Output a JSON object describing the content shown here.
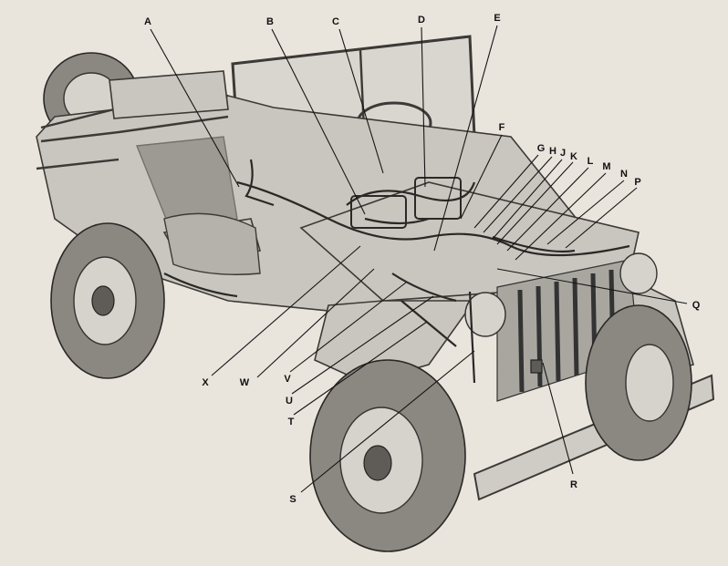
{
  "figure": {
    "subject": "jeep-wiring-diagram"
  },
  "callouts": [
    {
      "id": "A",
      "text": "A"
    },
    {
      "id": "B",
      "text": "B"
    },
    {
      "id": "C",
      "text": "C"
    },
    {
      "id": "D",
      "text": "D"
    },
    {
      "id": "E",
      "text": "E"
    },
    {
      "id": "F",
      "text": "F"
    },
    {
      "id": "G",
      "text": "G"
    },
    {
      "id": "H",
      "text": "H"
    },
    {
      "id": "J",
      "text": "J"
    },
    {
      "id": "K",
      "text": "K"
    },
    {
      "id": "L",
      "text": "L"
    },
    {
      "id": "M",
      "text": "M"
    },
    {
      "id": "N",
      "text": "N"
    },
    {
      "id": "P",
      "text": "P"
    },
    {
      "id": "Q",
      "text": "Q"
    },
    {
      "id": "R",
      "text": "R"
    },
    {
      "id": "S",
      "text": "S"
    },
    {
      "id": "T",
      "text": "T"
    },
    {
      "id": "U",
      "text": "U"
    },
    {
      "id": "V",
      "text": "V"
    },
    {
      "id": "W",
      "text": "W"
    },
    {
      "id": "X",
      "text": "X"
    }
  ],
  "colors": {
    "paper": "#e9e5dd",
    "ink": "#111111",
    "body": "#c9c6bf"
  }
}
